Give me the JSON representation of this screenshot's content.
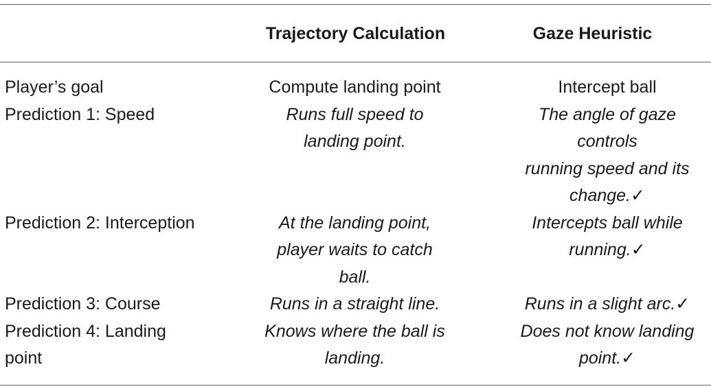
{
  "table": {
    "headers": {
      "label": "",
      "trajectory": "Trajectory Calculation",
      "gaze": "Gaze Heuristic"
    },
    "check_mark": "✓",
    "rows": [
      {
        "label": [
          "Player’s goal"
        ],
        "trajectory": [
          "Compute landing point"
        ],
        "gaze": [
          "Intercept ball"
        ],
        "gaze_check": ""
      },
      {
        "label": [
          "Prediction 1: Speed"
        ],
        "trajectory": [
          "Runs full speed to",
          "landing point."
        ],
        "gaze": [
          "The angle of gaze",
          "controls",
          "running speed and its",
          "change."
        ],
        "gaze_check": "✓"
      },
      {
        "label": [
          "Prediction 2: Interception"
        ],
        "trajectory": [
          "At the landing point,",
          "player waits to catch",
          "ball."
        ],
        "gaze": [
          "Intercepts ball while",
          "running."
        ],
        "gaze_check": "✓"
      },
      {
        "label": [
          "Prediction 3: Course"
        ],
        "trajectory": [
          "Runs in a straight line."
        ],
        "gaze": [
          "Runs in a slight arc."
        ],
        "gaze_check": "✓"
      },
      {
        "label": [
          "Prediction 4: Landing",
          "point"
        ],
        "trajectory": [
          "Knows where the ball is",
          "landing."
        ],
        "gaze": [
          "Does not know landing",
          "point."
        ],
        "gaze_check": "✓"
      }
    ]
  }
}
